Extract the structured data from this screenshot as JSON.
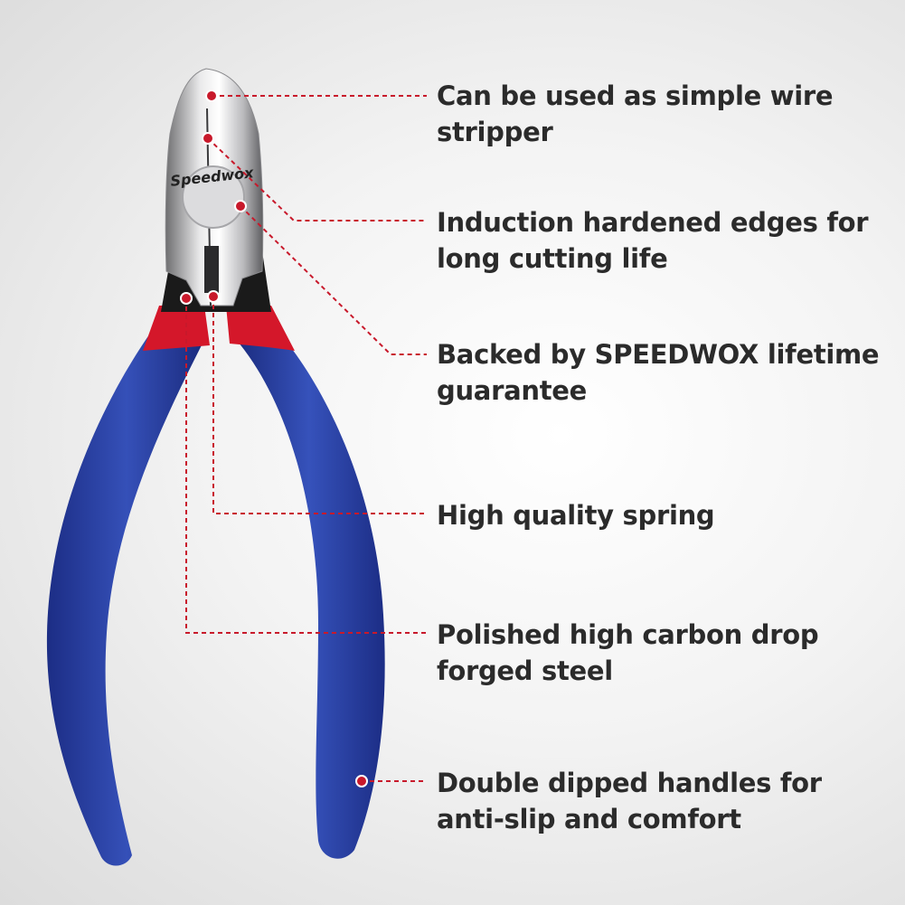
{
  "brand": {
    "name": "Speedwox"
  },
  "colors": {
    "handle_blue": "#2a3fa0",
    "collar_red": "#d4172a",
    "leader_red": "#c8192b",
    "text": "#2b2b2b"
  },
  "callouts": [
    {
      "line1": "Can be used as simple wire",
      "line2": "stripper"
    },
    {
      "line1": "Induction hardened edges for",
      "line2": "long cutting life"
    },
    {
      "line1": "Backed by SPEEDWOX lifetime",
      "line2": "guarantee"
    },
    {
      "line1": "High quality spring",
      "line2": ""
    },
    {
      "line1": "Polished high carbon drop",
      "line2": "forged steel"
    },
    {
      "line1": "Double dipped handles for",
      "line2": "anti-slip and comfort"
    }
  ]
}
